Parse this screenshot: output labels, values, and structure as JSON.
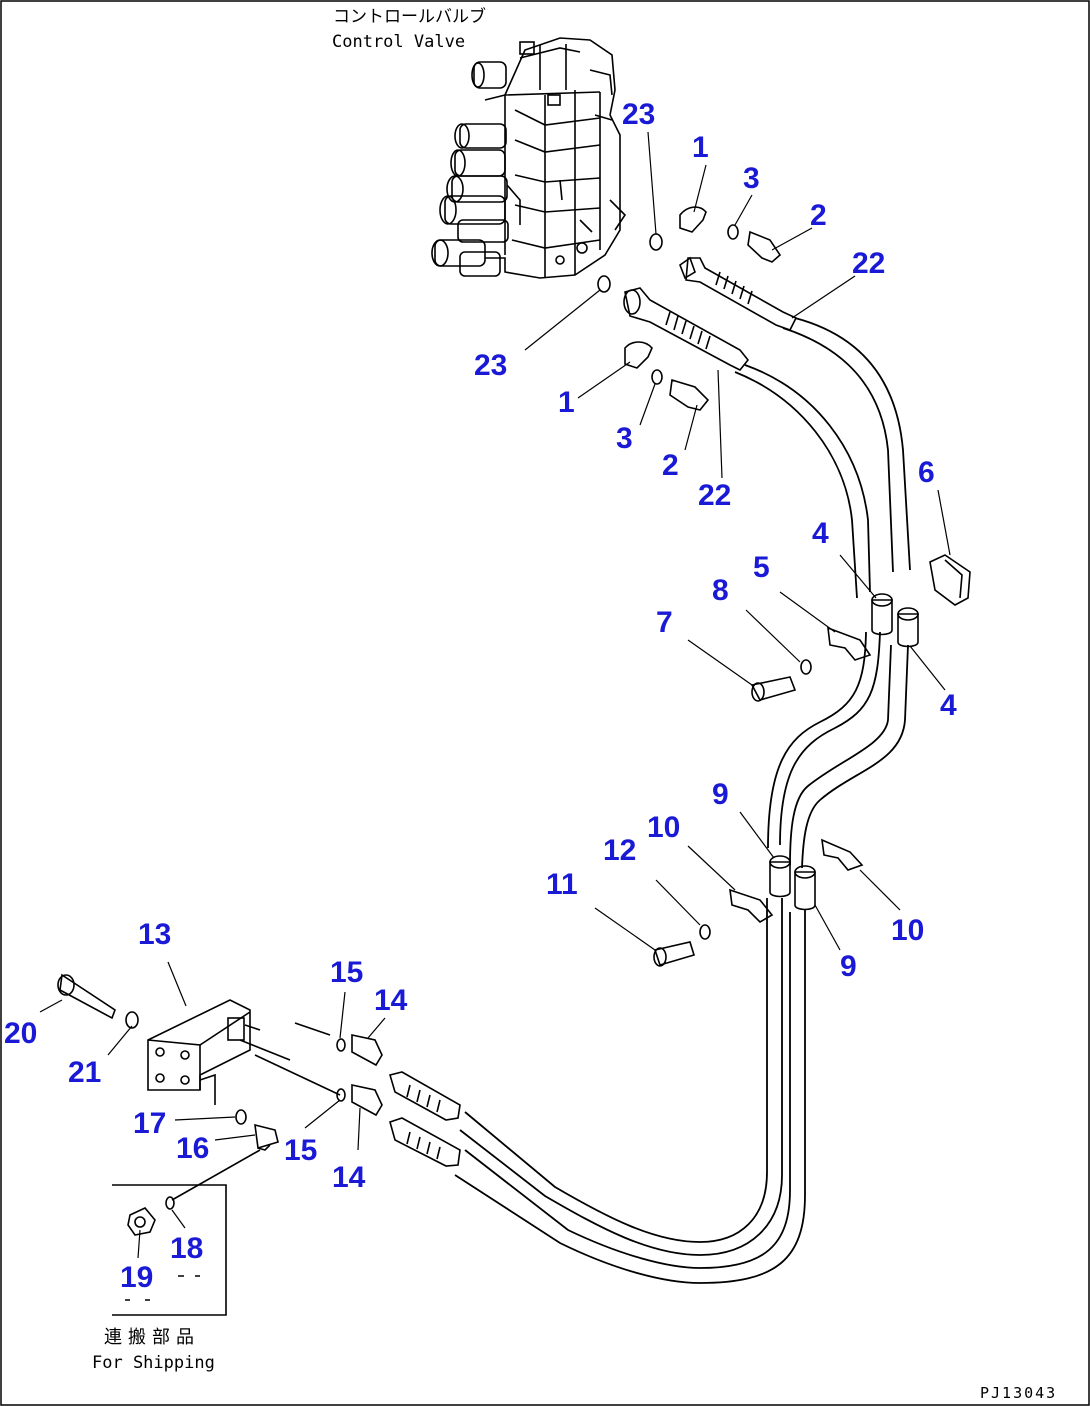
{
  "labels": {
    "control_valve_jp": "コントロールバルブ",
    "control_valve_en": "Control Valve",
    "shipping_jp": "連搬部品",
    "shipping_en": "For Shipping",
    "drawing_code": "PJ13043"
  },
  "callouts": [
    {
      "id": "23-top",
      "text": "23"
    },
    {
      "id": "1-top",
      "text": "1"
    },
    {
      "id": "3-top",
      "text": "3"
    },
    {
      "id": "2-top",
      "text": "2"
    },
    {
      "id": "22-top",
      "text": "22"
    },
    {
      "id": "23-mid",
      "text": "23"
    },
    {
      "id": "1-mid",
      "text": "1"
    },
    {
      "id": "3-mid",
      "text": "3"
    },
    {
      "id": "2-mid",
      "text": "2"
    },
    {
      "id": "22-mid",
      "text": "22"
    },
    {
      "id": "6",
      "text": "6"
    },
    {
      "id": "4-left",
      "text": "4"
    },
    {
      "id": "5",
      "text": "5"
    },
    {
      "id": "8",
      "text": "8"
    },
    {
      "id": "7",
      "text": "7"
    },
    {
      "id": "4-right",
      "text": "4"
    },
    {
      "id": "9-left",
      "text": "9"
    },
    {
      "id": "10-left",
      "text": "10"
    },
    {
      "id": "12",
      "text": "12"
    },
    {
      "id": "11",
      "text": "11"
    },
    {
      "id": "10-right",
      "text": "10"
    },
    {
      "id": "9-right",
      "text": "9"
    },
    {
      "id": "13",
      "text": "13"
    },
    {
      "id": "15-top",
      "text": "15"
    },
    {
      "id": "14-top",
      "text": "14"
    },
    {
      "id": "20",
      "text": "20"
    },
    {
      "id": "21",
      "text": "21"
    },
    {
      "id": "17",
      "text": "17"
    },
    {
      "id": "16",
      "text": "16"
    },
    {
      "id": "15-bot",
      "text": "15"
    },
    {
      "id": "14-bot",
      "text": "14"
    },
    {
      "id": "18",
      "text": "18"
    },
    {
      "id": "19",
      "text": "19"
    }
  ],
  "colors": {
    "callout": "#1a1ad6",
    "line": "#000000",
    "background": "#ffffff"
  }
}
